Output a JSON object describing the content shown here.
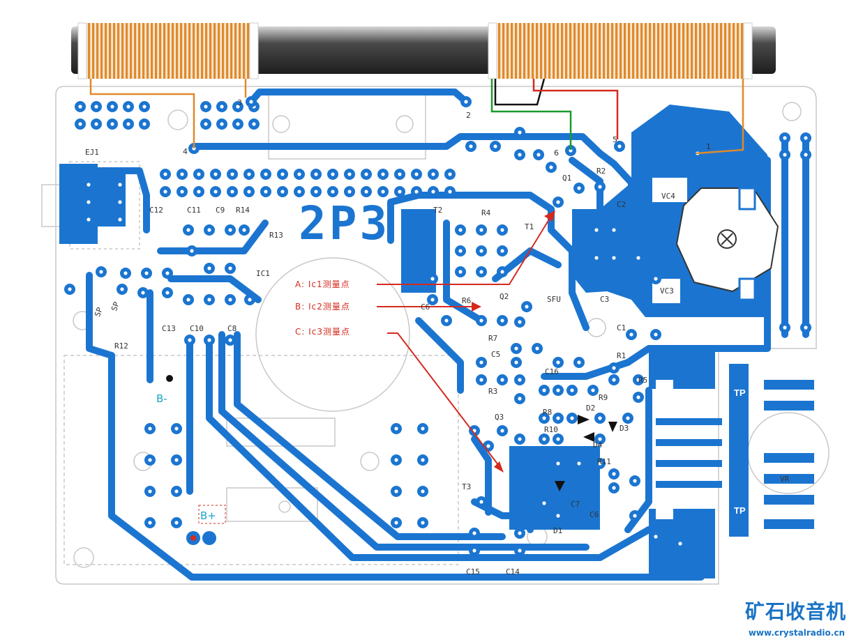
{
  "board": {
    "colors": {
      "trace": "#1b75d0",
      "annotation": "#d42a1e",
      "outline": "#c8c8c8",
      "coil": "#e0892c"
    },
    "model": "2P3",
    "components": [
      "EJ1",
      "C12",
      "C11",
      "C9",
      "R14",
      "R13",
      "IC1",
      "SP",
      "SP",
      "C13",
      "C10",
      "C8",
      "R12",
      "T2",
      "R4",
      "T1",
      "Q1",
      "R2",
      "C2",
      "VC4",
      "VC3",
      "C3",
      "C1",
      "C6",
      "R6",
      "Q2",
      "SFU",
      "R7",
      "C5",
      "C16",
      "R1",
      "R5",
      "R3",
      "R9",
      "R8",
      "D2",
      "D3",
      "Q3",
      "R10",
      "D4",
      "R11",
      "T3",
      "C7",
      "C6",
      "D1",
      "C15",
      "C14",
      "VR",
      "TP",
      "TP"
    ],
    "pins": [
      "2",
      "3",
      "4",
      "5",
      "6",
      "1"
    ],
    "measurement_points": [
      "A: Ic1测量点",
      "B: Ic2测量点",
      "C: Ic3测量点"
    ],
    "battery": {
      "negative": "B-",
      "positive": "B+"
    }
  },
  "watermark": {
    "name": "矿石收音机",
    "url": "www.crystalradio.cn"
  }
}
